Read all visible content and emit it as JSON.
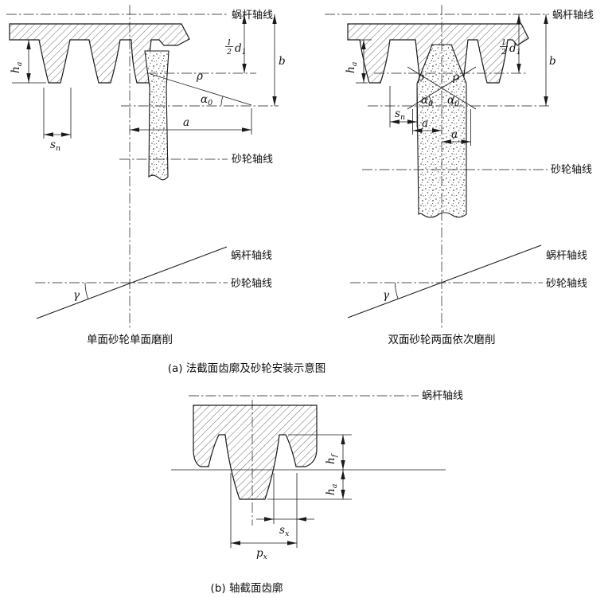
{
  "axis_labels": {
    "worm": "蜗杆轴线",
    "wheel": "砂轮轴线"
  },
  "captions": {
    "fig_a_left": "单面砂轮单面磨削",
    "fig_a_right": "双面砂轮两面依次磨削",
    "fig_a": "(a) 法截面齿廓及砂轮安装示意图",
    "fig_b": "(b) 轴截面齿廓"
  },
  "symbols": {
    "h_a": {
      "base": "h",
      "sub": "a"
    },
    "h_f": {
      "base": "h",
      "sub": "f"
    },
    "s_n": {
      "base": "s",
      "sub": "n"
    },
    "s_x": {
      "base": "s",
      "sub": "x"
    },
    "p_x": {
      "base": "p",
      "sub": "x"
    },
    "a": "a",
    "alpha_0": {
      "base": "α",
      "sub": "0"
    },
    "b": "b",
    "rho": "ρ",
    "gamma": "γ",
    "half_d1": {
      "num": "1",
      "den": "2",
      "base": "d",
      "sub": "1"
    }
  }
}
